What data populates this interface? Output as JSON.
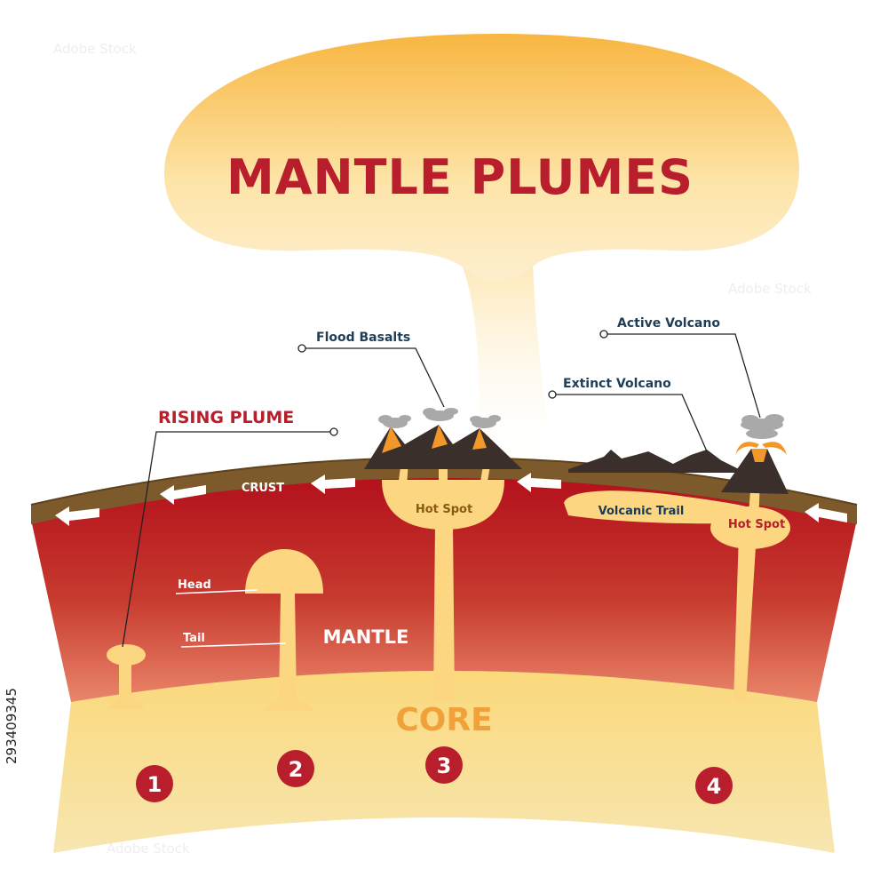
{
  "title": "MANTLE PLUMES",
  "labels": {
    "rising_plume": "RISING PLUME",
    "flood_basalts": "Flood Basalts",
    "active_volcano": "Active Volcano",
    "extinct_volcano": "Extinct Volcano",
    "crust": "CRUST",
    "hot_spot_left": "Hot Spot",
    "hot_spot_right": "Hot Spot",
    "volcanic_trail": "Volcanic Trail",
    "head": "Head",
    "tail": "Tail",
    "mantle": "MANTLE",
    "core": "CORE"
  },
  "stages": [
    "1",
    "2",
    "3",
    "4"
  ],
  "stock_id": "293409345",
  "colors": {
    "title": "#b81e2c",
    "plume": "#fcd680",
    "plume_outline": "#f0b94c",
    "mantle_top": "#b4101c",
    "mantle_bottom": "#e07a5a",
    "crust": "#7c5a2c",
    "core": "#f9d87a",
    "badge": "#b81e2c",
    "label_blue": "#1f3d57",
    "rock": "#3a2f2b"
  }
}
